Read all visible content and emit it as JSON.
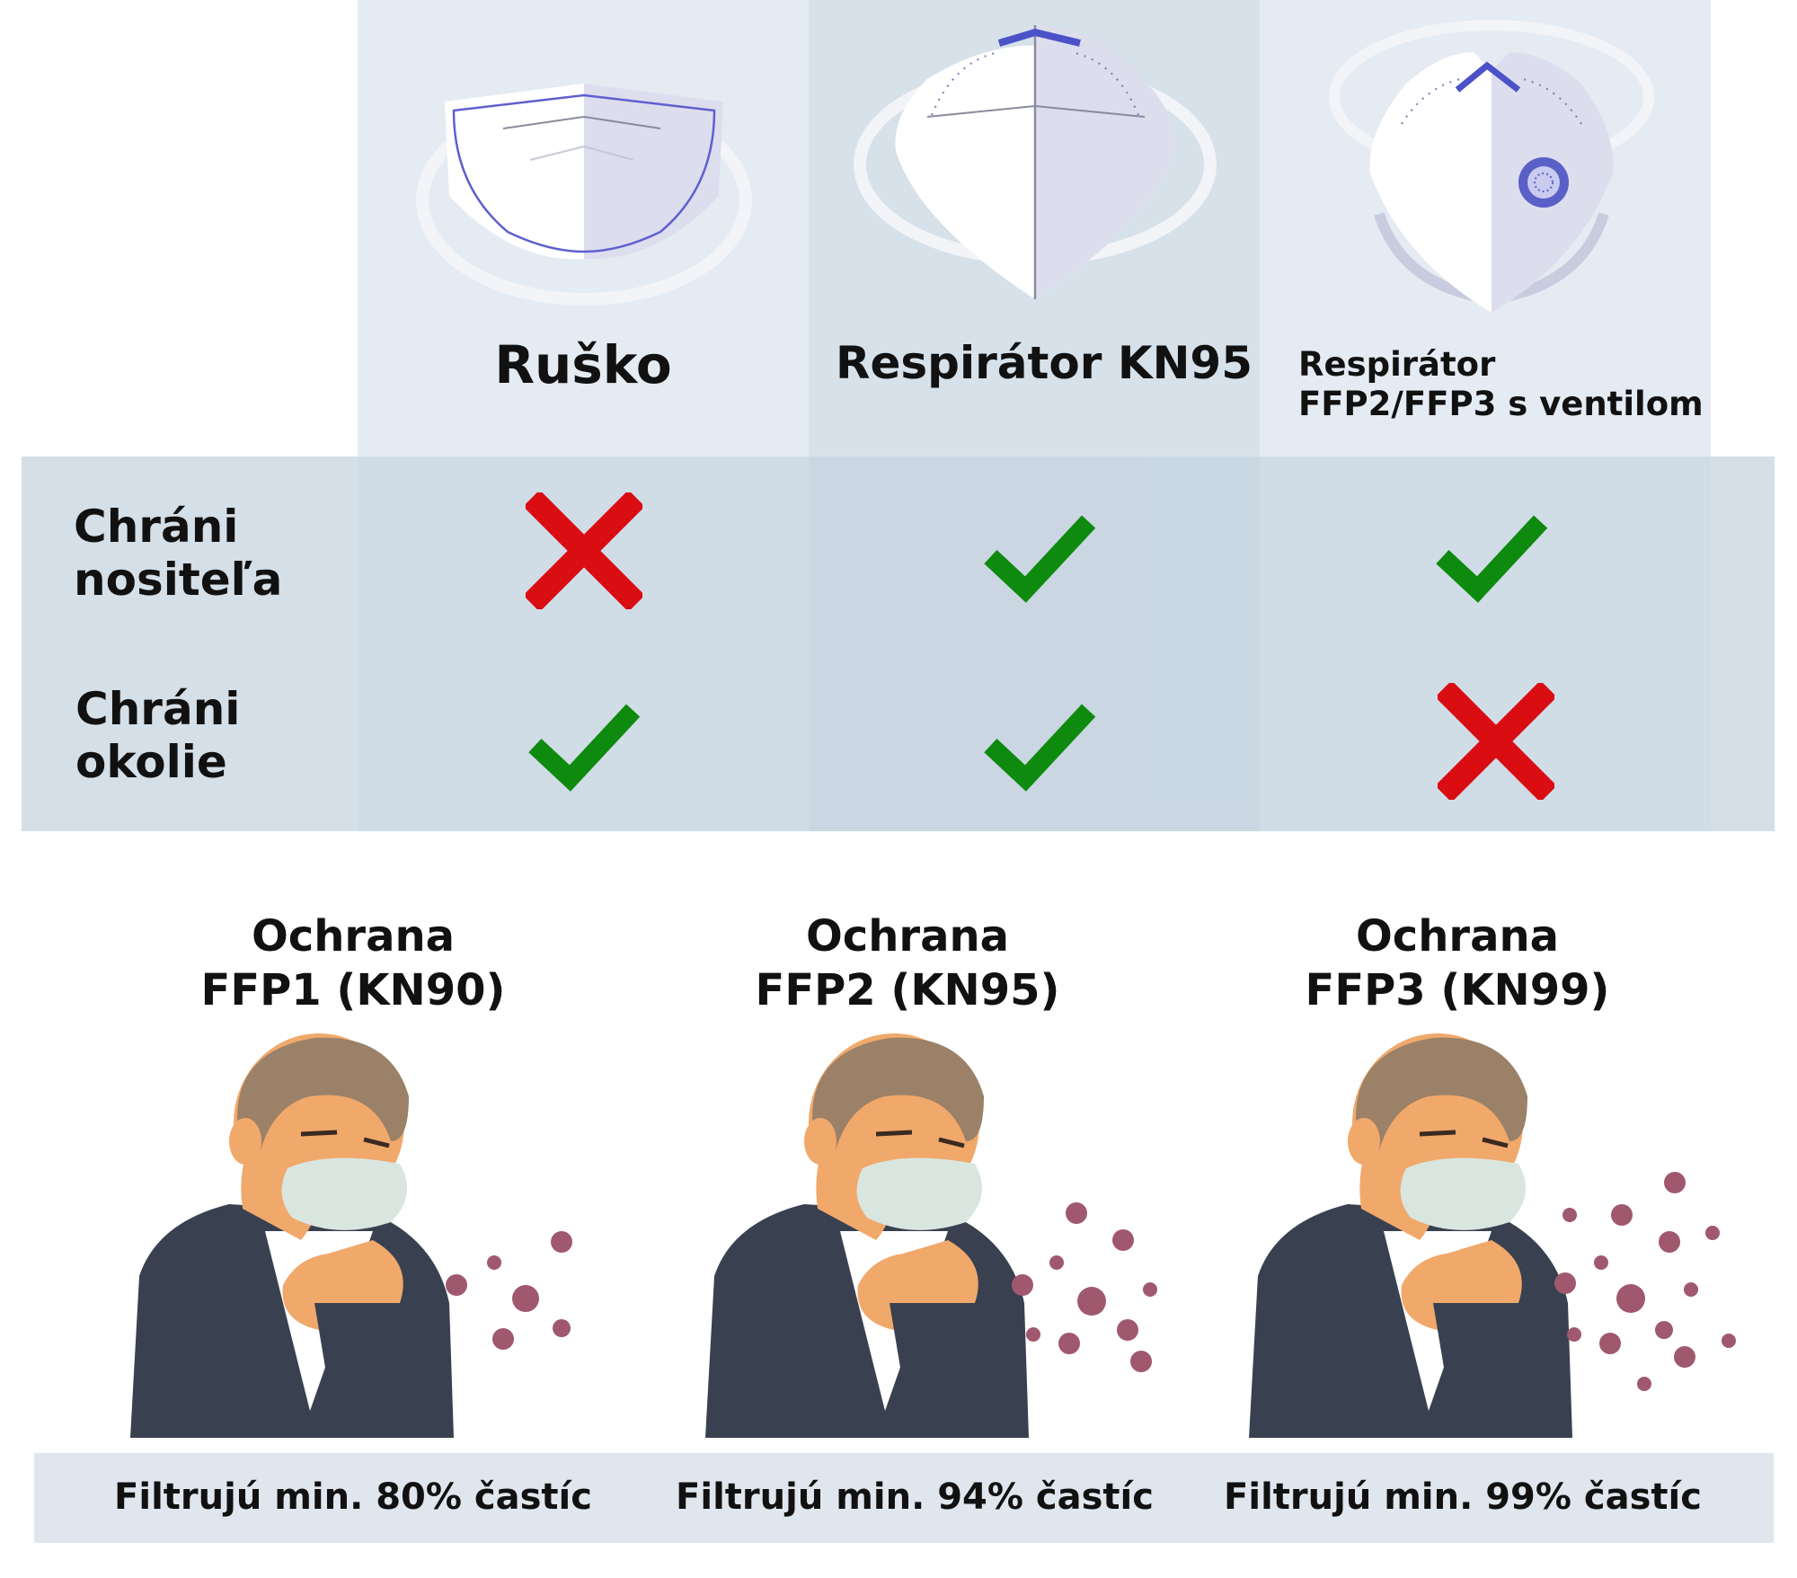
{
  "colors": {
    "column_light": "#e4ebf2",
    "column_mid": "#d6e1ea",
    "row_band": "#d4dfe8",
    "footer_band": "#dfe6ed",
    "check": "#0e8a0e",
    "cross": "#d90d12",
    "virus": "#a0586f",
    "jacket": "#394150",
    "hair": "#9b8168",
    "skin": "#f1a86b",
    "mask": "#d9e6e0"
  },
  "masks": [
    {
      "name": "Ruško",
      "icon": "surgical-mask-icon"
    },
    {
      "name": "Respirátor KN95",
      "icon": "kn95-respirator-icon"
    },
    {
      "name_line1": "Respirátor",
      "name_line2": "FFP2/FFP3 s ventilom",
      "icon": "valve-respirator-icon"
    }
  ],
  "rows": [
    {
      "label": "Chráni\nnositeľa",
      "marks": [
        "cross",
        "check",
        "check"
      ]
    },
    {
      "label": "Chráni\nokolie",
      "marks": [
        "check",
        "check",
        "cross"
      ]
    }
  ],
  "protection": [
    {
      "title": "Ochrana\nFFP1 (KN90)",
      "filter": "Filtrujú min. 80% častíc"
    },
    {
      "title": "Ochrana\nFFP2 (KN95)",
      "filter": "Filtrujú min. 94% častíc"
    },
    {
      "title": "Ochrana\nFFP3 (KN99)",
      "filter": "Filtrujú min. 99% častíc"
    }
  ]
}
